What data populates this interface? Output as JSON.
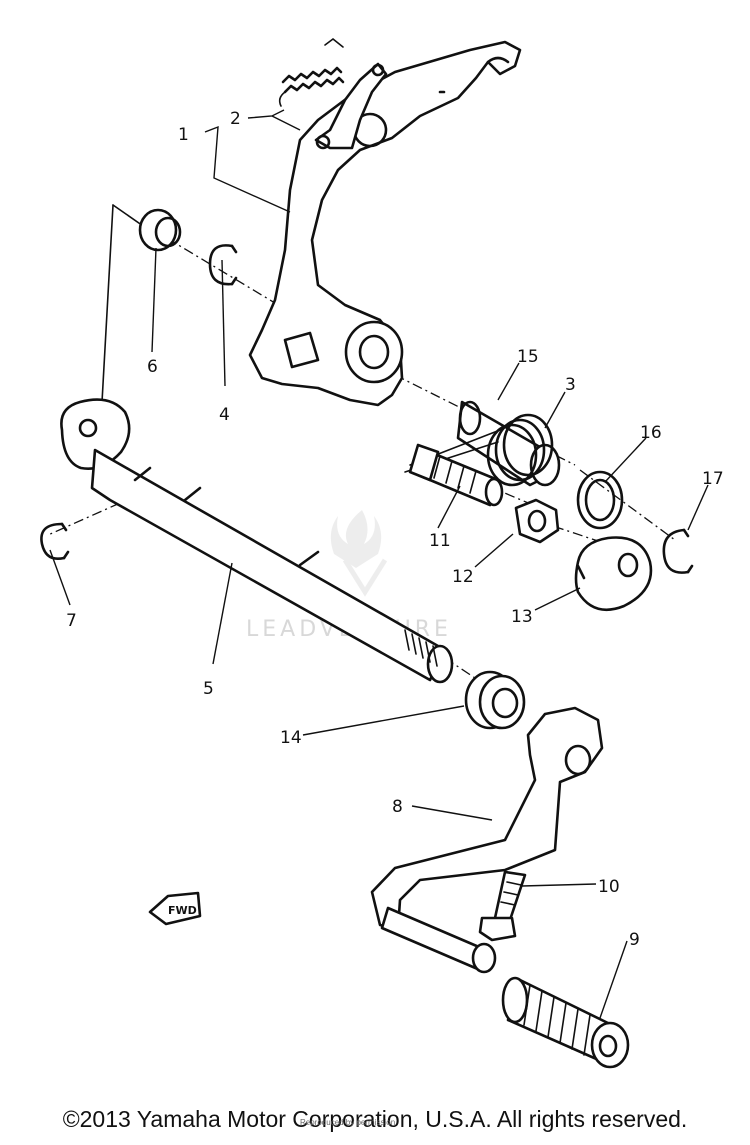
{
  "callouts": [
    {
      "id": "1",
      "label": "1"
    },
    {
      "id": "2",
      "label": "2"
    },
    {
      "id": "3",
      "label": "3"
    },
    {
      "id": "4",
      "label": "4"
    },
    {
      "id": "5",
      "label": "5"
    },
    {
      "id": "6",
      "label": "6"
    },
    {
      "id": "7",
      "label": "7"
    },
    {
      "id": "8",
      "label": "8"
    },
    {
      "id": "9",
      "label": "9"
    },
    {
      "id": "10",
      "label": "10"
    },
    {
      "id": "11",
      "label": "11"
    },
    {
      "id": "12",
      "label": "12"
    },
    {
      "id": "13",
      "label": "13"
    },
    {
      "id": "14",
      "label": "14"
    },
    {
      "id": "15",
      "label": "15"
    },
    {
      "id": "16",
      "label": "16"
    },
    {
      "id": "17",
      "label": "17"
    }
  ],
  "fwd_label": "FWD",
  "watermark": "LEADVENTURE",
  "copyright": "©2013 Yamaha Motor Corporation, U.S.A. All rights reserved.",
  "small_notice": "Reproduced by permission"
}
